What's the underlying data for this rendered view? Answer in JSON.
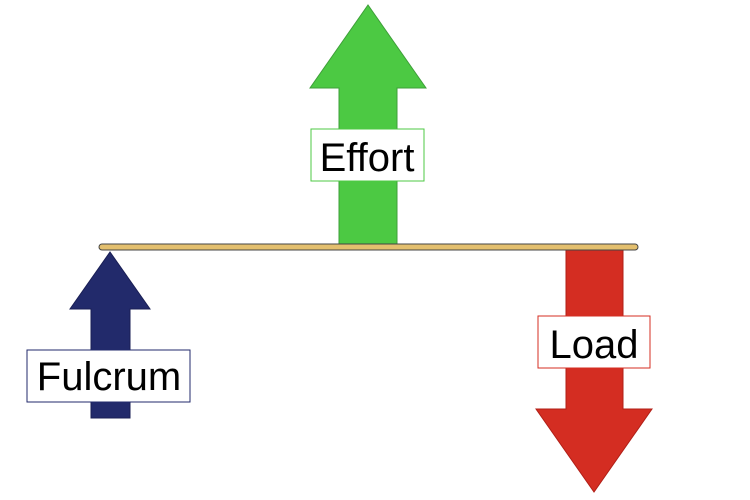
{
  "title": "Lever diagram",
  "labels": {
    "effort": "Effort",
    "load": "Load",
    "fulcrum": "Fulcrum"
  },
  "colors": {
    "effort_arrow": "#4CC943",
    "effort_border": "#3E9F39",
    "load_arrow": "#D42D22",
    "load_border": "#B01F17",
    "fulcrum_arrow": "#222A6B",
    "fulcrum_border": "#1A1F55",
    "lever_bar": "#E3BF6E",
    "lever_border": "#444444"
  }
}
